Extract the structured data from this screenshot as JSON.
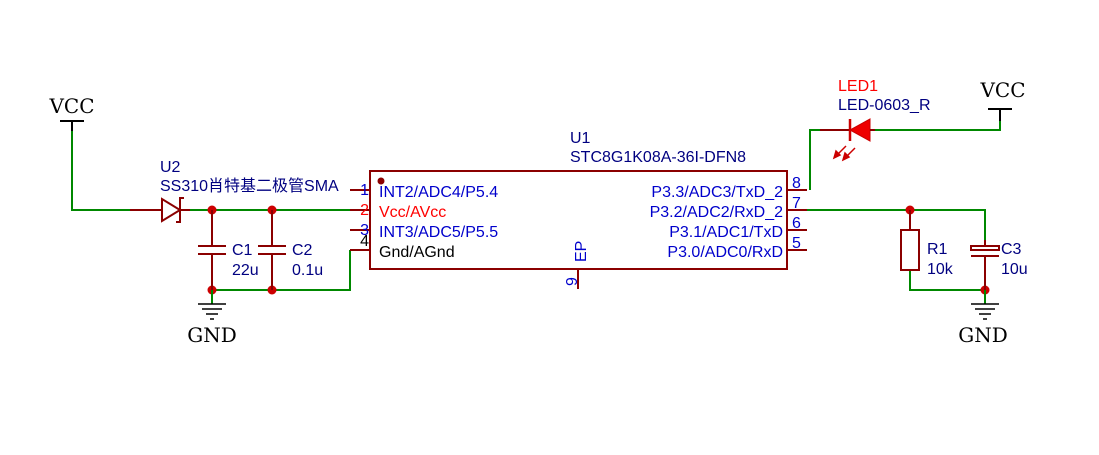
{
  "colors": {
    "wire": "#008800",
    "body": "#8b0000",
    "pin_name": "#0000cc",
    "pin_number": "#0000cc",
    "highlight": "#ff0000",
    "designator": "#000080",
    "power_text": "#000000"
  },
  "power": {
    "vcc_left": "VCC",
    "vcc_right": "VCC",
    "gnd_left": "GND",
    "gnd_right": "GND"
  },
  "u2": {
    "ref": "U2",
    "value": "SS310肖特基二极管SMA"
  },
  "c1": {
    "ref": "C1",
    "value": "22u"
  },
  "c2": {
    "ref": "C2",
    "value": "0.1u"
  },
  "led1": {
    "ref": "LED1",
    "value": "LED-0603_R"
  },
  "r1": {
    "ref": "R1",
    "value": "10k"
  },
  "c3": {
    "ref": "C3",
    "value": "10u"
  },
  "u1": {
    "ref": "U1",
    "value": "STC8G1K08A-36I-DFN8",
    "left_pins": [
      {
        "num": "1",
        "name": "INT2/ADC4/P5.4"
      },
      {
        "num": "2",
        "name": "Vcc/AVcc"
      },
      {
        "num": "3",
        "name": "INT3/ADC5/P5.5"
      },
      {
        "num": "4",
        "name": "Gnd/AGnd"
      }
    ],
    "right_pins": [
      {
        "num": "8",
        "name": "P3.3/ADC3/TxD_2"
      },
      {
        "num": "7",
        "name": "P3.2/ADC2/RxD_2"
      },
      {
        "num": "6",
        "name": "P3.1/ADC1/TxD"
      },
      {
        "num": "5",
        "name": "P3.0/ADC0/RxD"
      }
    ],
    "bottom_pin": {
      "num": "9",
      "name": "EP"
    }
  }
}
